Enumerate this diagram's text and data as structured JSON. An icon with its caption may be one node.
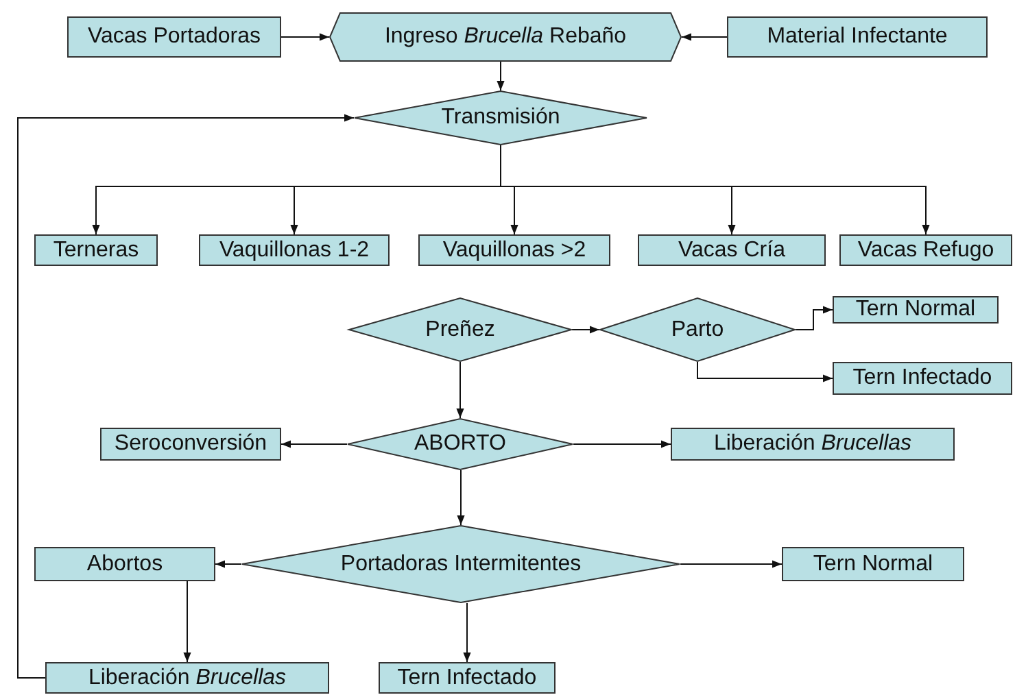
{
  "diagram": {
    "nodes": [
      {
        "text": [
          "Vacas Portadoras"
        ]
      },
      {
        "text": [
          "Ingreso *Brucella* Rebaño"
        ]
      },
      {
        "text": [
          "Material Infectante"
        ]
      },
      {
        "text": [
          "Transmisión"
        ]
      },
      {
        "text": [
          "Terneras"
        ]
      },
      {
        "text": [
          "Vaquillonas 1-2"
        ]
      },
      {
        "text": [
          "Vaquillonas >2"
        ]
      },
      {
        "text": [
          "Vacas Cría"
        ]
      },
      {
        "text": [
          "Vacas Refugo"
        ]
      },
      {
        "text": [
          "Preñez"
        ]
      },
      {
        "text": [
          "Parto"
        ]
      },
      {
        "text": [
          "Tern Normal"
        ]
      },
      {
        "text": [
          "Tern Infectado"
        ]
      },
      {
        "text": [
          "Seroconversión"
        ]
      },
      {
        "text": [
          "ABORTO"
        ]
      },
      {
        "text": [
          "Liberación *Brucellas*"
        ]
      },
      {
        "text": [
          "Portadoras Intermitentes"
        ]
      },
      {
        "text": [
          "Abortos"
        ]
      },
      {
        "text": [
          "Tern Normal"
        ]
      },
      {
        "text": [
          "Liberación *Brucellas*"
        ]
      },
      {
        "text": [
          "Tern Infectado"
        ]
      }
    ],
    "edges": [
      {
        "from": 0,
        "to": 1,
        "arrow": "to"
      },
      {
        "from": 2,
        "to": 1,
        "arrow": "to"
      },
      {
        "from": 1,
        "to": 3,
        "arrow": "to"
      },
      {
        "from": 3,
        "to": 4,
        "arrow": "to"
      },
      {
        "from": 3,
        "to": 5,
        "arrow": "to"
      },
      {
        "from": 3,
        "to": 6,
        "arrow": "to"
      },
      {
        "from": 3,
        "to": 7,
        "arrow": "to"
      },
      {
        "from": 3,
        "to": 8,
        "arrow": "to"
      },
      {
        "from": 9,
        "to": 10,
        "arrow": "to"
      },
      {
        "from": 10,
        "to": 11,
        "arrow": "to"
      },
      {
        "from": 10,
        "to": 12,
        "arrow": "to"
      },
      {
        "from": 9,
        "to": 14,
        "arrow": "to"
      },
      {
        "from": 14,
        "to": 13,
        "arrow": "to"
      },
      {
        "from": 14,
        "to": 15,
        "arrow": "to"
      },
      {
        "from": 14,
        "to": 16,
        "arrow": "to"
      },
      {
        "from": 16,
        "to": 17,
        "arrow": "to"
      },
      {
        "from": 16,
        "to": 18,
        "arrow": "to"
      },
      {
        "from": 16,
        "to": 20,
        "arrow": "to"
      },
      {
        "from": 17,
        "to": 19,
        "arrow": "to"
      },
      {
        "from": 19,
        "to": 3,
        "arrow": "to"
      }
    ]
  }
}
